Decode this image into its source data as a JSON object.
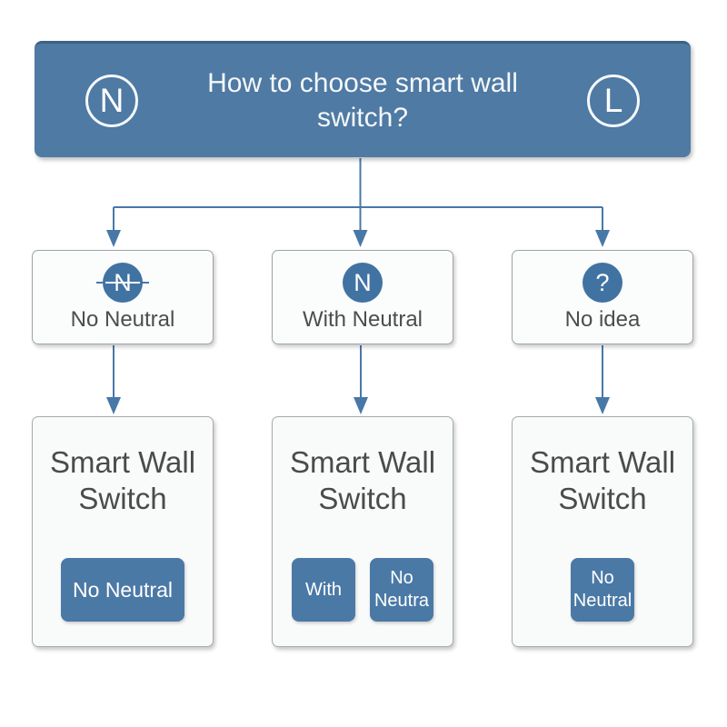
{
  "header": {
    "left_badge": "N",
    "title": "How to choose smart wall switch?",
    "right_badge": "L"
  },
  "branches": [
    {
      "icon_glyph": "N",
      "icon_variant": "strikethrough",
      "label": "No Neutral",
      "product_title": "Smart Wall Switch",
      "buttons": [
        {
          "label": "No Neutral"
        }
      ]
    },
    {
      "icon_glyph": "N",
      "icon_variant": "plain",
      "label": "With Neutral",
      "product_title": "Smart Wall Switch",
      "buttons": [
        {
          "label": "With"
        },
        {
          "label": "No Neutra"
        }
      ]
    },
    {
      "icon_glyph": "?",
      "icon_variant": "plain",
      "label": "No idea",
      "product_title": "Smart Wall Switch",
      "buttons": [
        {
          "label": "No Neutral"
        }
      ]
    }
  ],
  "palette": {
    "header_blue": "#4e7aa4",
    "accent_blue": "#4878a8",
    "icon_circle_blue": "#4173a2",
    "button_blue": "#4b79a6",
    "box_background": "#fbfcfc",
    "box_border": "#9fa4a7",
    "text_dark": "#4d4d4d",
    "text_white": "#ffffff"
  }
}
